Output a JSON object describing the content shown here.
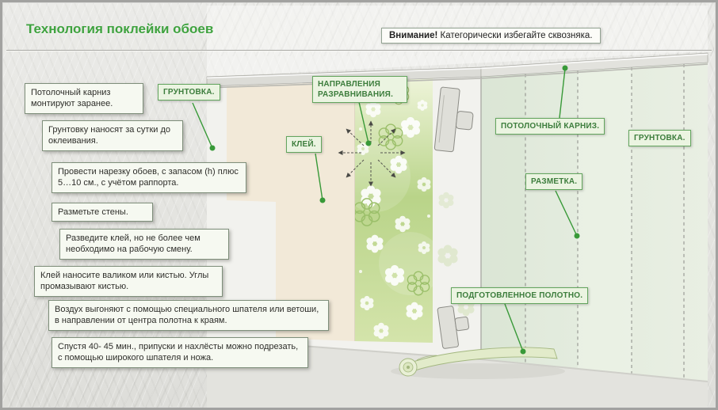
{
  "title": "Технология поклейки обоев",
  "warning": {
    "emphasis": "Внимание!",
    "text": " Категорически избегайте сквозняка."
  },
  "steps": [
    "Потолочный карниз монтируют заранее.",
    "Грунтовку наносят за сутки до оклеивания.",
    "Провести нарезку обоев, с запасом (h) плюс 5…10 см., с учётом раппорта.",
    "Разметьте стены.",
    "Разведите клей, но не более чем необходимо на рабочую смену.",
    "Клей наносите валиком или кистью. Углы промазывают кистью.",
    "Воздух выгоняют с помощью специального шпателя или ветоши, в направлении от центра полотна к краям.",
    "Спустя 40- 45 мин., припуски и нахлёсты можно подрезать, с помощью широкого шпателя и ножа."
  ],
  "callouts": {
    "primer_left": "ГРУНТОВКА.",
    "glue": "КЛЕЙ.",
    "smoothing": "НАПРАВЛЕНИЯ РАЗРАВНИВАНИЯ.",
    "cornice": "ПОТОЛОЧНЫЙ КАРНИЗ.",
    "primer_right": "ГРУНТОВКА.",
    "marking": "РАЗМЕТКА.",
    "sheet": "ПОДГОТОВЛЕННОЕ ПОЛОТНО."
  },
  "colors": {
    "accent_green": "#3fa23f",
    "callout_border": "#63a55e",
    "callout_bg": "#ebf4e1",
    "step_bg": "#f6f9f1",
    "wall_beige": "#f2e9d8",
    "wall_green": "#e4ecdf",
    "pointer_green": "#389938"
  }
}
